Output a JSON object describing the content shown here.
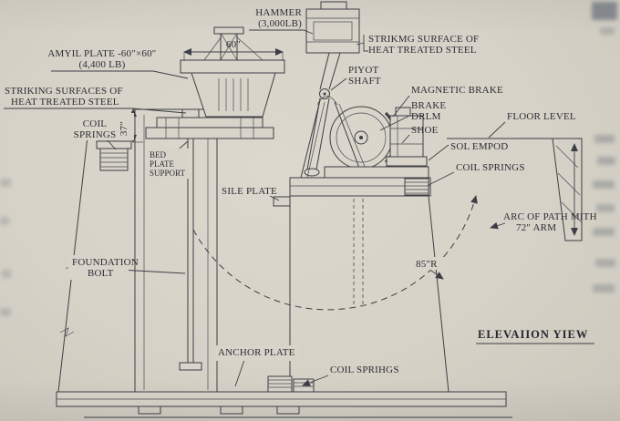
{
  "page": {
    "background": "#d6d2c7",
    "line_color": "#3e3e46",
    "text_color": "#2c2c36"
  },
  "labels": {
    "hammer_1": "HAMMER",
    "hammer_2": "(3,000LB)",
    "anvil_plate_1": "AMYIL PLATE -60″×60″",
    "anvil_plate_2": "(4,400 LB)",
    "dim_top_width": "60″",
    "striking_surface_right_1": "STRIKMG SURFACE OF",
    "striking_surface_right_2": "HEAT TREATED STEEL",
    "striking_surfaces_left_1": "STRIKING SURFACES OF",
    "striking_surfaces_left_2": "HEAT TREATED STEEL",
    "pivot_1": "PIYOT",
    "pivot_2": "SHAFT",
    "magnetic_brake": "MAGNETIC BRAKE",
    "brake_drum_1": "BRAKE",
    "brake_drum_2": "DRLM",
    "shoe": "SHOE",
    "floor_level": "FLOOR LEVEL",
    "solenoid": "SOL EMPOD",
    "coil_springs_left_1": "COIL",
    "coil_springs_left_2": "SPRINGS",
    "dim_left_height": "37″",
    "bed_plate_1": "BED",
    "bed_plate_2": "PLATE",
    "bed_plate_3": "SUPPORT",
    "sole_plate": "SILE PLATE",
    "coil_springs_right": "COIL SPRINGS",
    "arc_of_path_1": "ARC OF PATH MITH",
    "arc_of_path_2": "72″ ARM",
    "arc_radius": "85″R",
    "foundation_1": "FOUNDATION",
    "foundation_2": "BOLT",
    "anchor_plate": "ANCHOR PLATE",
    "coil_springs_bottom": "COIL SPRIHGS",
    "view_title": "ELEVAIION YIEW"
  }
}
